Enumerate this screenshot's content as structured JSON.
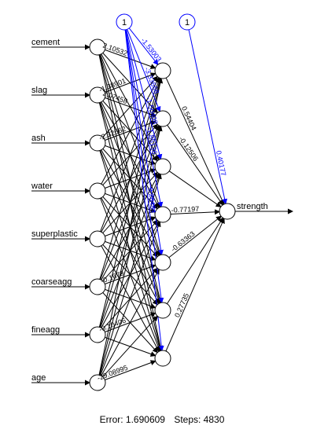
{
  "diagram": {
    "type": "neural-network",
    "inputs": [
      "cement",
      "slag",
      "ash",
      "water",
      "superplastic",
      "coarseagg",
      "fineagg",
      "age"
    ],
    "hidden_count": 7,
    "output": "strength",
    "bias_label": "1",
    "colors": {
      "bias": "#0000ff",
      "weights": "#000000"
    },
    "visible_weight_labels": {
      "input_to_hidden": [
        "2.10532",
        "-1.38901",
        "2.07458",
        "-2.32662",
        "-0.1679",
        "-0.10406",
        "-29.08995"
      ],
      "bias_to_hidden": [
        "-1.53003",
        "-3.33668",
        "-1.50408",
        "-1.85136",
        "0.28484"
      ],
      "hidden_to_output": [
        "0.54404",
        "-0.12506",
        "-0.77197",
        "-0.63363",
        "0.27735"
      ],
      "bias_to_output": "0.40177"
    }
  },
  "footer": {
    "error_label": "Error: 1.690609",
    "steps_label": "Steps: 4830"
  }
}
